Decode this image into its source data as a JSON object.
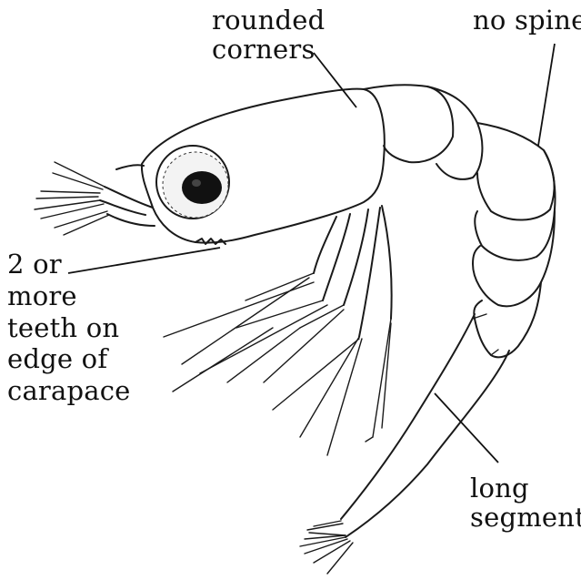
{
  "labels": {
    "rounded_corners_line1": "rounded",
    "rounded_corners_line2": "corners",
    "no_spine": "no spine",
    "teeth_line1": "2 or",
    "teeth_line2": "more",
    "teeth_line3": "teeth on",
    "teeth_line4": "edge of",
    "teeth_line5": "carapace",
    "long_segment_line1": "long",
    "long_segment_line2": "segment"
  }
}
